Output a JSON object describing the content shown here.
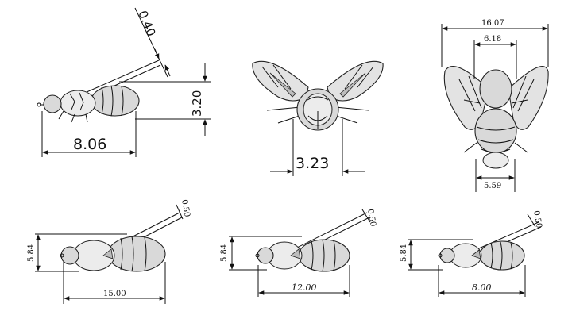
{
  "dimensions": {
    "side_view": {
      "wing_thickness": "0.40",
      "height": "3.20",
      "length": "8.06"
    },
    "front_view": {
      "width": "3.23"
    },
    "top_view": {
      "wingspan": "16.07",
      "body_width": "6.18",
      "tail_width": "5.59"
    },
    "small_views": [
      {
        "height": "5.84",
        "pin": "0.50",
        "length": "15.00"
      },
      {
        "height": "5.84",
        "pin": "0.50",
        "length": "12.00"
      },
      {
        "height": "5.84",
        "pin": "0.50",
        "length": "8.00"
      }
    ]
  }
}
